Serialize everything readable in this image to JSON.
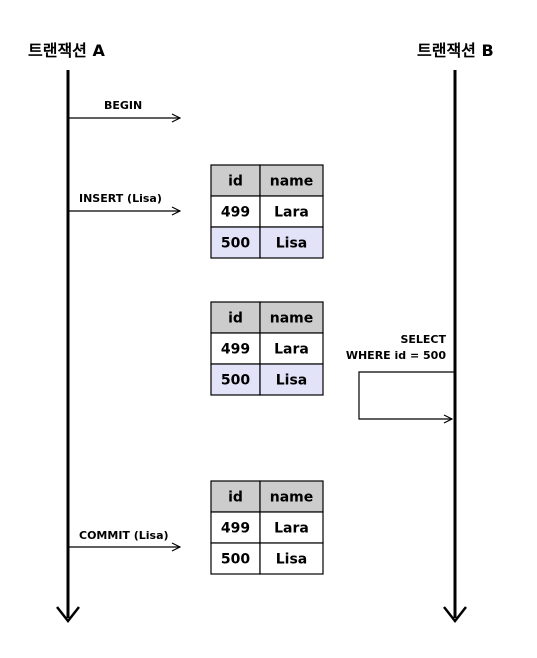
{
  "transactions": {
    "a": {
      "title": "트랜잭션 A"
    },
    "b": {
      "title": "트랜잭션 B"
    }
  },
  "operations": {
    "begin": "BEGIN",
    "insert": "INSERT (Lisa)",
    "select_line1": "SELECT",
    "select_line2": "WHERE id = 500",
    "commit": "COMMIT (Lisa)"
  },
  "tables": [
    {
      "headers": [
        "id",
        "name"
      ],
      "rows": [
        {
          "id": "499",
          "name": "Lara",
          "highlight": false
        },
        {
          "id": "500",
          "name": "Lisa",
          "highlight": true
        }
      ]
    },
    {
      "headers": [
        "id",
        "name"
      ],
      "rows": [
        {
          "id": "499",
          "name": "Lara",
          "highlight": false
        },
        {
          "id": "500",
          "name": "Lisa",
          "highlight": true
        }
      ]
    },
    {
      "headers": [
        "id",
        "name"
      ],
      "rows": [
        {
          "id": "499",
          "name": "Lara",
          "highlight": false
        },
        {
          "id": "500",
          "name": "Lisa",
          "highlight": false
        }
      ]
    }
  ],
  "colors": {
    "header_fill": "#cccccc",
    "highlight_fill": "#e2e2f8",
    "plain_fill": "#ffffff",
    "line": "#000000"
  }
}
